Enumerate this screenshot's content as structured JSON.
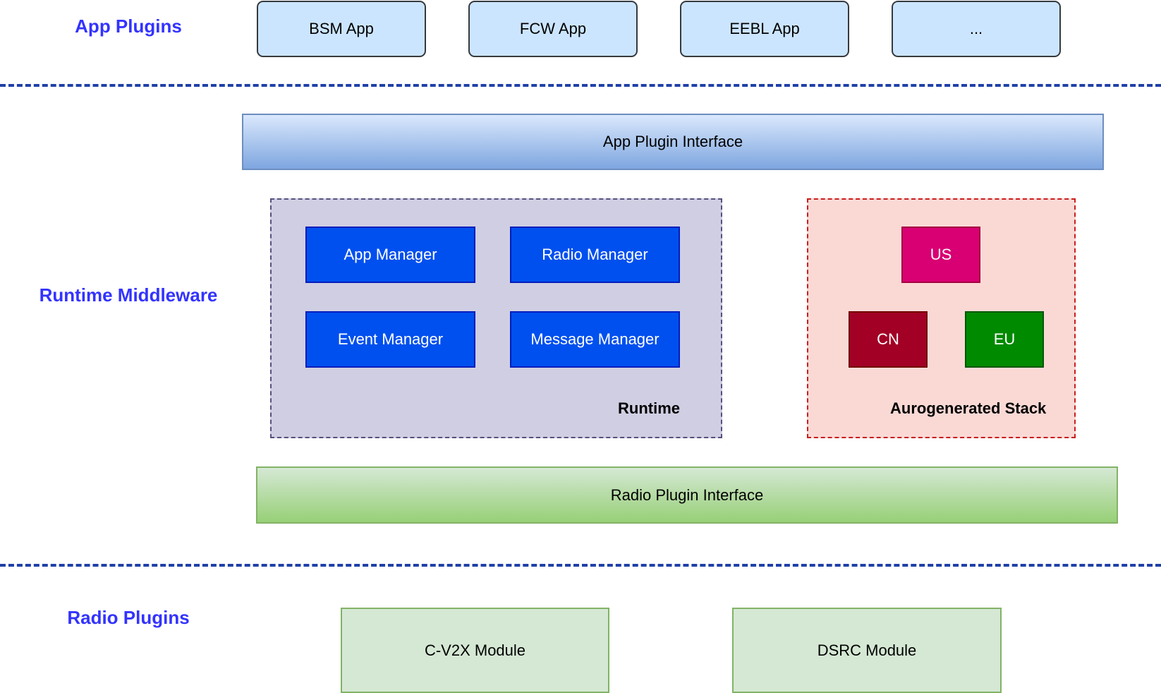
{
  "layers": {
    "app_plugins": "App Plugins",
    "runtime_middleware": "Runtime Middleware",
    "radio_plugins": "Radio Plugins"
  },
  "apps": [
    "BSM App",
    "FCW App",
    "EEBL App",
    "..."
  ],
  "interfaces": {
    "app": "App Plugin Interface",
    "radio": "Radio Plugin Interface"
  },
  "runtime": {
    "caption": "Runtime",
    "managers": [
      "App Manager",
      "Radio Manager",
      "Event Manager",
      "Message Manager"
    ]
  },
  "stack": {
    "caption": "Aurogenerated Stack",
    "regions": [
      {
        "label": "US",
        "color": "#d80073"
      },
      {
        "label": "CN",
        "color": "#a20025"
      },
      {
        "label": "EU",
        "color": "#008a00"
      }
    ]
  },
  "modules": [
    "C-V2X Module",
    "DSRC Module"
  ],
  "colors": {
    "layer_label": "#3333ff",
    "divider": "#1f40a8",
    "manager": "#0050ef"
  }
}
